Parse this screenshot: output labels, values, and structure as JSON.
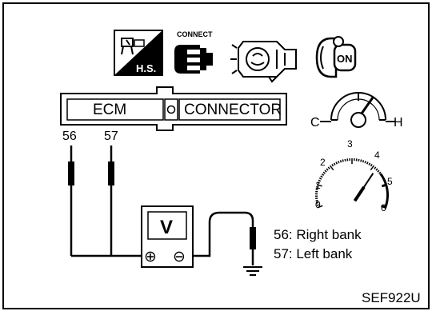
{
  "icons": {
    "hot_soak": {
      "name": "hot-soak-icon",
      "text": "H.S."
    },
    "connector": {
      "name": "connect-connector-icon",
      "text": "CONNECT"
    },
    "engine": {
      "name": "engine-running-icon"
    },
    "key": {
      "name": "ignition-key-on-icon",
      "text": "ON"
    }
  },
  "connector_block": {
    "left_label": "ECM",
    "right_label": "CONNECTOR"
  },
  "terminals": [
    "56",
    "57"
  ],
  "meter": {
    "symbol": "V",
    "plus": "⊕",
    "minus": "⊖"
  },
  "temp_gauge": {
    "cold": "C",
    "hot": "H"
  },
  "tachometer": {
    "ticks": [
      "0",
      "1",
      "2",
      "3",
      "4",
      "5",
      "6"
    ],
    "needle_value": 4.2
  },
  "legend": [
    "56: Right bank",
    "57: Left bank"
  ],
  "reference_code": "SEF922U"
}
